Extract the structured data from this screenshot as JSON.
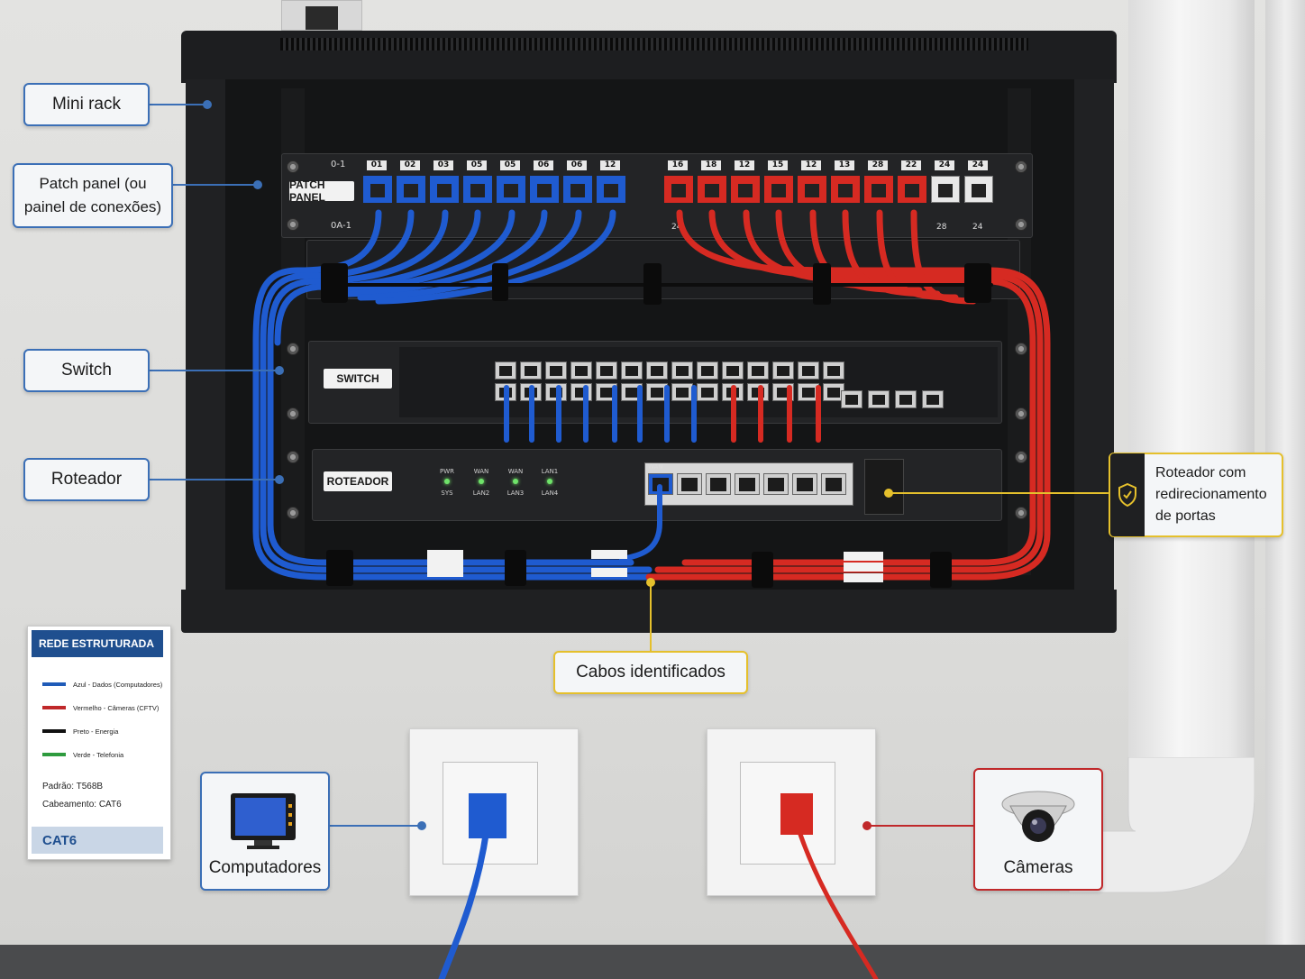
{
  "labels": {
    "mini_rack": "Mini rack",
    "patch_panel": "Patch panel (ou painel de conexões)",
    "switch": "Switch",
    "roteador": "Roteador",
    "roteador_redir": "Roteador com redirecionamento de portas",
    "cabos": "Cabos identificados",
    "computadores": "Computadores",
    "cameras": "Câmeras"
  },
  "device_tags": {
    "patch_panel": "PATCH PANEL",
    "switch": "SWITCH",
    "roteador": "ROTEADOR"
  },
  "patch_panel": {
    "left_top": "0-1",
    "left_bottom": "0A-1",
    "port_numbers_left": [
      "01",
      "02",
      "03",
      "05",
      "05",
      "06",
      "06",
      "12"
    ],
    "port_numbers_right": [
      "16",
      "18",
      "12",
      "15",
      "12",
      "13",
      "28",
      "22",
      "24",
      "24"
    ],
    "bottom_numbers_right": [
      "24",
      "28",
      "24"
    ]
  },
  "router": {
    "leds_top": [
      "PWR",
      "WAN",
      "WAN",
      "LAN1"
    ],
    "leds_bottom": [
      "SYS",
      "LAN2",
      "LAN3",
      "LAN4"
    ],
    "wan_port": "WAN"
  },
  "legend": {
    "title": "REDE ESTRUTURADA",
    "items": [
      {
        "color": "#1f5bb8",
        "label": "Azul - Dados (Computadores)"
      },
      {
        "color": "#c0282a",
        "label": "Vermelho - Câmeras (CFTV)"
      },
      {
        "color": "#111111",
        "label": "Preto - Energia"
      },
      {
        "color": "#2e9b3e",
        "label": "Verde - Telefonia"
      }
    ],
    "padrao": "Padrão: T568B",
    "cabeamento": "Cabeamento: CAT6",
    "cat": "CAT6"
  },
  "colors": {
    "blue_cable": "#1f5bd0",
    "red_cable": "#d62a22",
    "callout_blue": "#3b6fb6",
    "callout_yellow": "#e5c02c",
    "callout_red": "#c0282a"
  }
}
